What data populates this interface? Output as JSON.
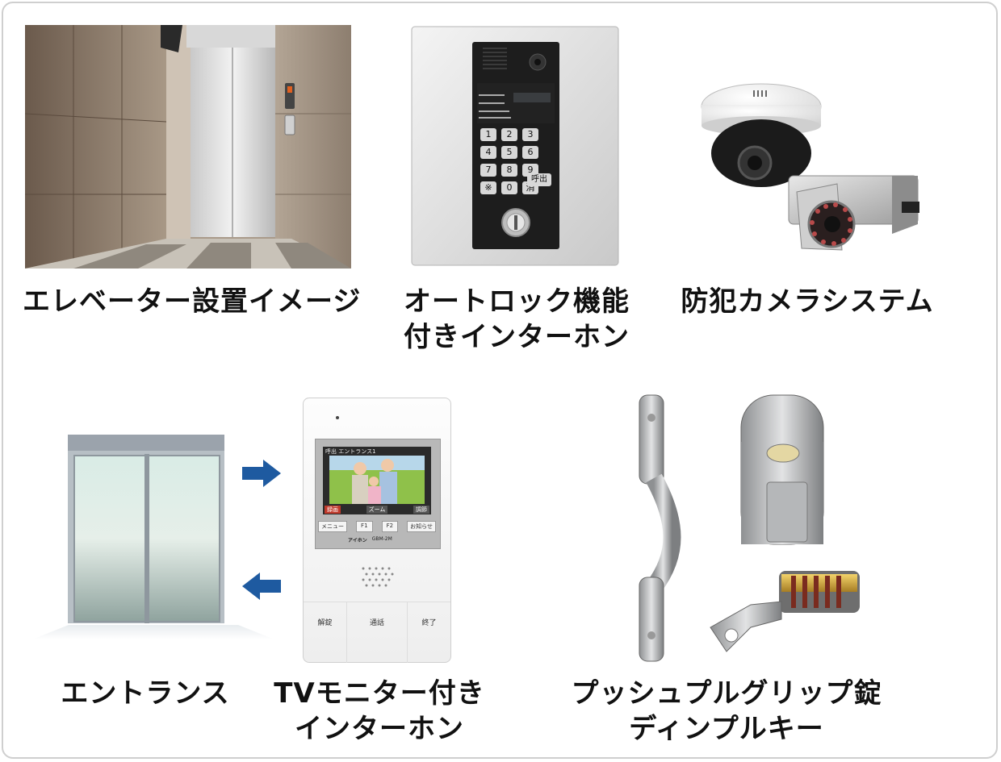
{
  "items": [
    {
      "id": "elevator",
      "caption_lines": [
        "エレベーター設置イメージ"
      ]
    },
    {
      "id": "autolock",
      "caption_lines": [
        "オートロック機能",
        "付きインターホン"
      ]
    },
    {
      "id": "camera",
      "caption_lines": [
        "防犯カメラシステム"
      ]
    },
    {
      "id": "entrance",
      "caption_lines": [
        "エントランス"
      ]
    },
    {
      "id": "tvmonitor",
      "caption_lines": [
        "TVモニター付き",
        "インターホン"
      ]
    },
    {
      "id": "pushpull",
      "caption_lines": [
        "プッシュプルグリップ錠",
        "ディンプルキー"
      ]
    }
  ],
  "panel": {
    "keys": [
      "1",
      "2",
      "3",
      "4",
      "5",
      "6",
      "7",
      "8",
      "9",
      "※",
      "0",
      "消",
      "呼出"
    ]
  },
  "monitor": {
    "screen_title": "呼出 エントランス1",
    "screen_buttons": [
      "録画",
      "ズーム",
      "調節"
    ],
    "soft_buttons": [
      "メニュー",
      "F1",
      "F2",
      "お知らせ"
    ],
    "brand": "アイホン",
    "model": "GBM-2M",
    "bottom_buttons": [
      "解錠",
      "通話",
      "終了"
    ]
  },
  "colors": {
    "arrow": "#1e5aa0",
    "caption": "#111111",
    "frame": "#cfcfcf"
  }
}
